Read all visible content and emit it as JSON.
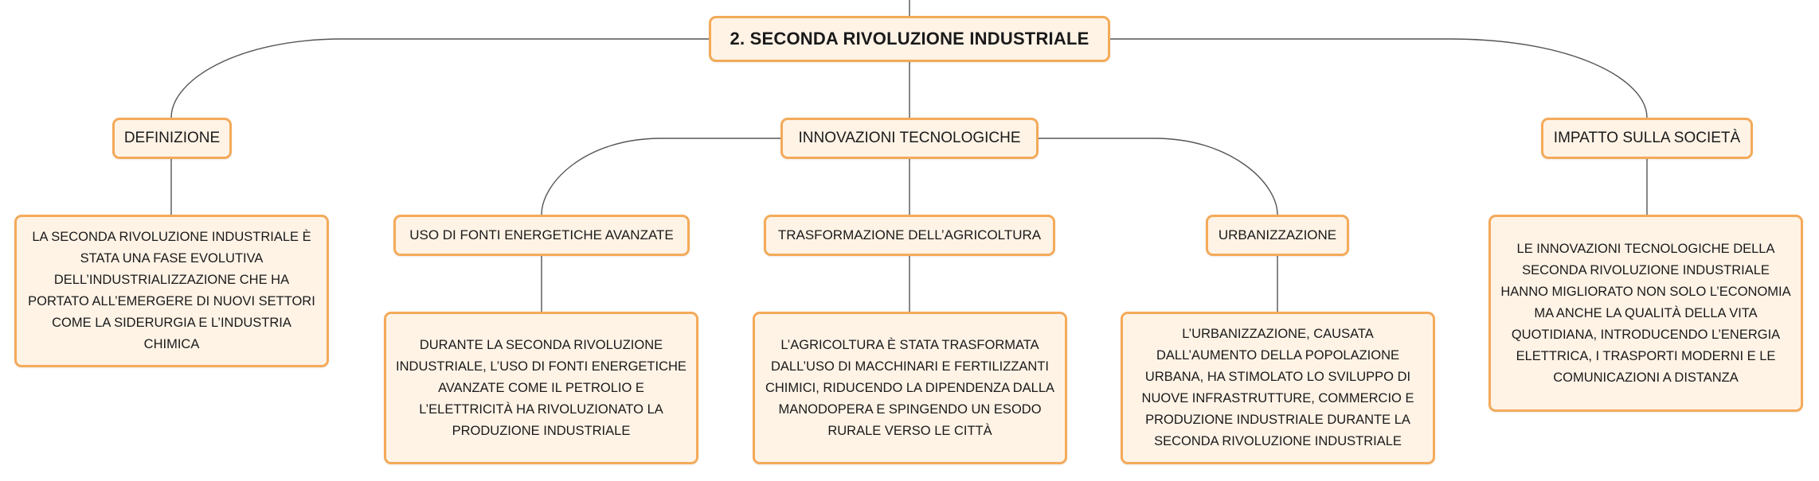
{
  "diagram": {
    "root": {
      "label": "2. SECONDA RIVOLUZIONE INDUSTRIALE"
    },
    "branches": [
      {
        "label": "DEFINIZIONE",
        "text": "LA SECONDA RIVOLUZIONE INDUSTRIALE È STATA UNA FASE EVOLUTIVA DELL’INDUSTRIALIZZAZIONE CHE HA PORTATO ALL’EMERGERE DI NUOVI SETTORI COME LA SIDERURGIA E L’INDUSTRIA CHIMICA"
      },
      {
        "label": "INNOVAZIONI TECNOLOGICHE",
        "children": [
          {
            "label": "USO DI FONTI ENERGETICHE AVANZATE",
            "text": "DURANTE LA SECONDA RIVOLUZIONE INDUSTRIALE, L’USO DI FONTI ENERGETICHE AVANZATE COME IL PETROLIO E L’ELETTRICITÀ HA RIVOLUZIONATO LA PRODUZIONE INDUSTRIALE"
          },
          {
            "label": "TRASFORMAZIONE DELL’AGRICOLTURA",
            "text": "L’AGRICOLTURA È STATA TRASFORMATA DALL’USO DI MACCHINARI E FERTILIZZANTI CHIMICI, RIDUCENDO LA DIPENDENZA DALLA MANODOPERA E SPINGENDO UN ESODO RURALE VERSO LE CITTÀ"
          },
          {
            "label": "URBANIZZAZIONE",
            "text": "L’URBANIZZAZIONE, CAUSATA DALL’AUMENTO DELLA POPOLAZIONE URBANA, HA STIMOLATO LO SVILUPPO DI NUOVE INFRASTRUTTURE, COMMERCIO E PRODUZIONE INDUSTRIALE DURANTE LA SECONDA RIVOLUZIONE INDUSTRIALE"
          }
        ]
      },
      {
        "label": "IMPATTO SULLA SOCIETÀ",
        "text": "LE INNOVAZIONI TECNOLOGICHE DELLA SECONDA RIVOLUZIONE INDUSTRIALE HANNO MIGLIORATO NON SOLO L’ECONOMIA MA ANCHE LA QUALITÀ DELLA VITA QUOTIDIANA, INTRODUCENDO L’ENERGIA ELETTRICA, I TRASPORTI MODERNI E LE COMUNICAZIONI A DISTANZA"
      }
    ],
    "colors": {
      "node_fill": "#fff3e6",
      "node_border": "#f4aa59",
      "connector": "#555555",
      "text": "#1a1a1a"
    }
  }
}
